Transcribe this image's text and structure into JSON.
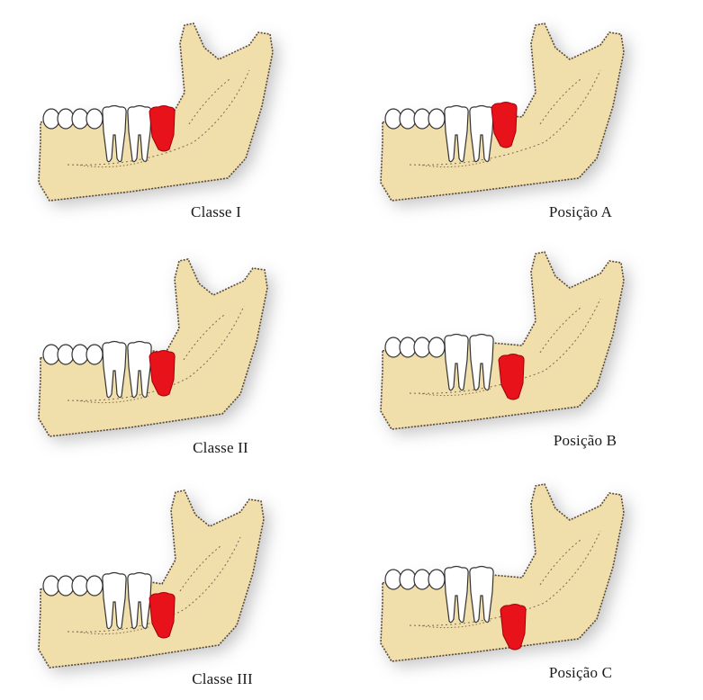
{
  "panels": [
    {
      "id": "classe-1",
      "label": "Classe I"
    },
    {
      "id": "posicao-a",
      "label": "Posição A"
    },
    {
      "id": "classe-2",
      "label": "Classe II"
    },
    {
      "id": "posicao-b",
      "label": "Posição B"
    },
    {
      "id": "classe-3",
      "label": "Classe III"
    },
    {
      "id": "posicao-c",
      "label": "Posição C"
    }
  ],
  "colors": {
    "bone": "#f0deab",
    "bone_outline": "#5a4a3a",
    "shadow": "#bdbdbd",
    "tooth": "#ffffff",
    "impacted_tooth": "#e8121b"
  }
}
